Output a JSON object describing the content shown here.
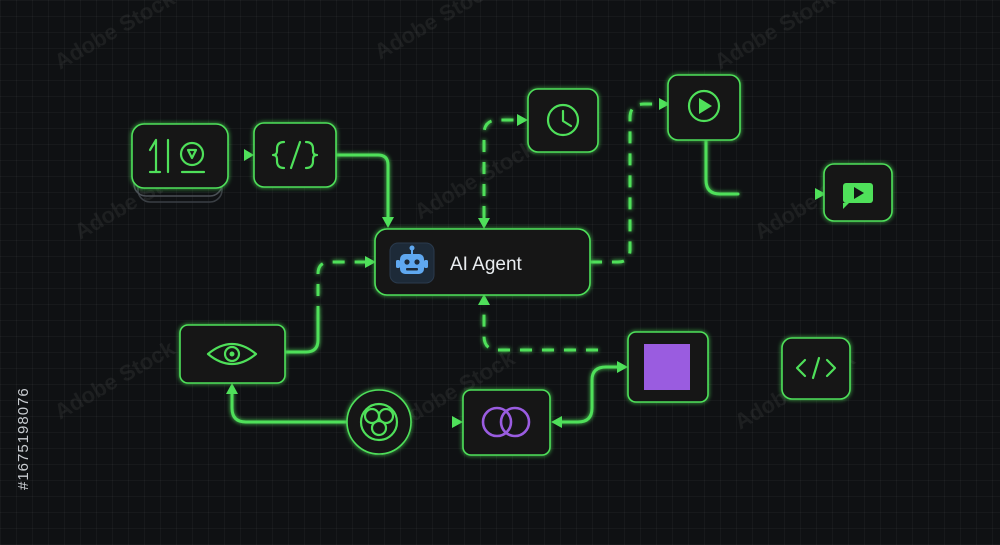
{
  "agent": {
    "label": "AI Agent"
  },
  "watermark": {
    "text": "Adobe Stock",
    "id_text": "#1675198076"
  },
  "colors": {
    "background": "#0f1113",
    "accent_green": "#4fe05a",
    "purple": "#9a5ce0",
    "robot_blue": "#5fa8f0",
    "text": "#e8ecef"
  },
  "icons": {
    "input_stack": "stacked-input-icon",
    "code_braces": "code-braces-icon",
    "clock": "clock-icon",
    "play": "play-circle-icon",
    "video": "video-icon",
    "robot": "robot-icon",
    "eye": "eye-icon",
    "blend": "blend-circle-icon",
    "rings": "overlapping-rings-icon",
    "purple_square": "purple-square-icon",
    "code_tag": "code-tag-icon"
  }
}
